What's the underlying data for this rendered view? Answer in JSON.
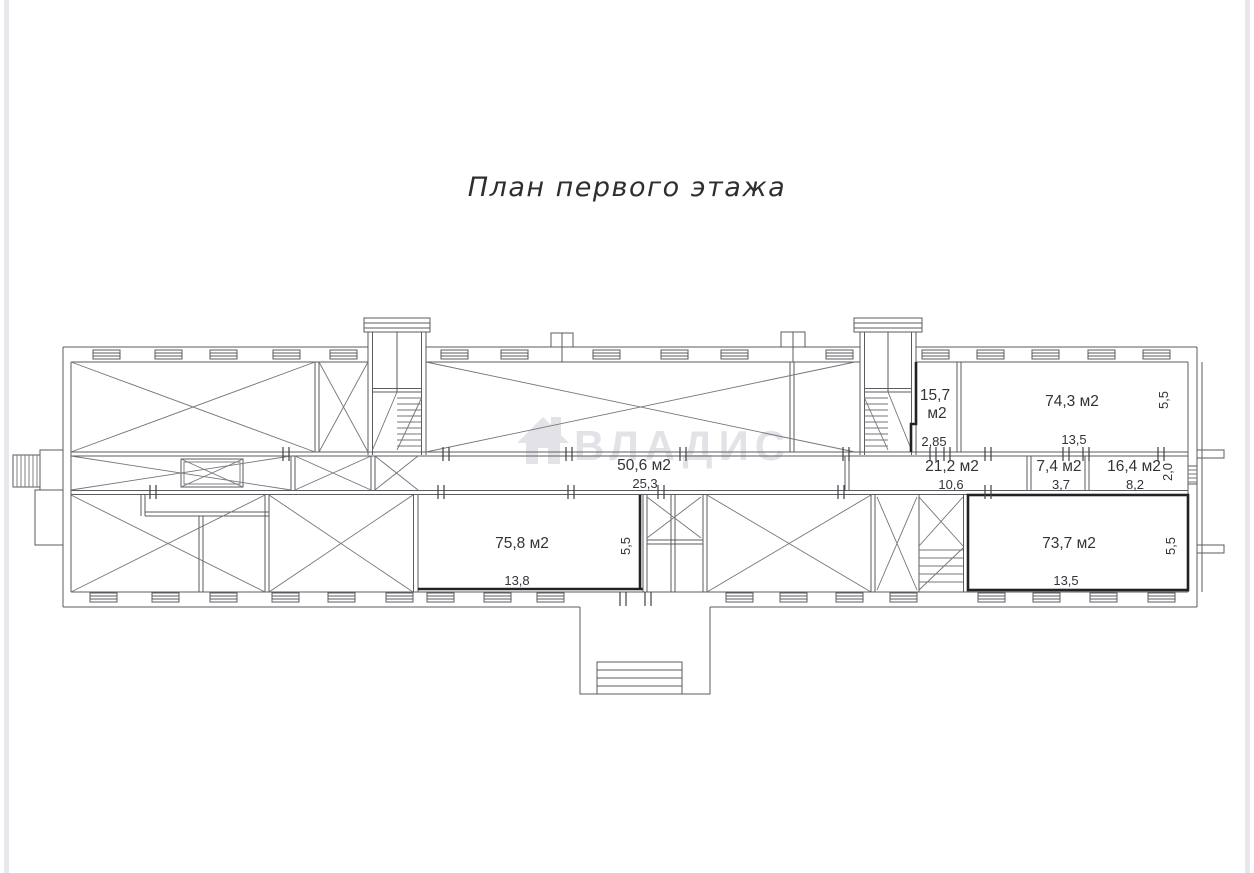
{
  "title": "План первого этажа",
  "watermark": {
    "text": "ВЛАДИС"
  },
  "plan": {
    "rooms": [
      {
        "id": "room-15-7",
        "area_value": "15,7",
        "area_unit": "м2",
        "width_dim": "2,85"
      },
      {
        "id": "room-74-3",
        "area": "74,3 м2",
        "width_dim": "13,5",
        "depth_dim": "5,5"
      },
      {
        "id": "corridor-50-6",
        "area": "50,6 м2",
        "width_dim": "25,3"
      },
      {
        "id": "room-21-2",
        "area": "21,2 м2",
        "width_dim": "10,6"
      },
      {
        "id": "room-7-4",
        "area": "7,4 м2",
        "width_dim": "3,7"
      },
      {
        "id": "room-16-4",
        "area": "16,4 м2",
        "width_dim": "8,2"
      },
      {
        "id": "room-75-8",
        "area": "75,8 м2",
        "width_dim": "13,8",
        "depth_dim": "5,5"
      },
      {
        "id": "room-73-7",
        "area": "73,7 м2",
        "width_dim": "13,5",
        "depth_dim": "5,5"
      }
    ],
    "right_wall_corridor_dim": "2,0"
  },
  "colors": {
    "line": "#5b5b60",
    "bold_wall": "#222226",
    "watermark": "#e3e3e7",
    "background": "#ffffff",
    "photo_edge": "#e8e8ec"
  }
}
